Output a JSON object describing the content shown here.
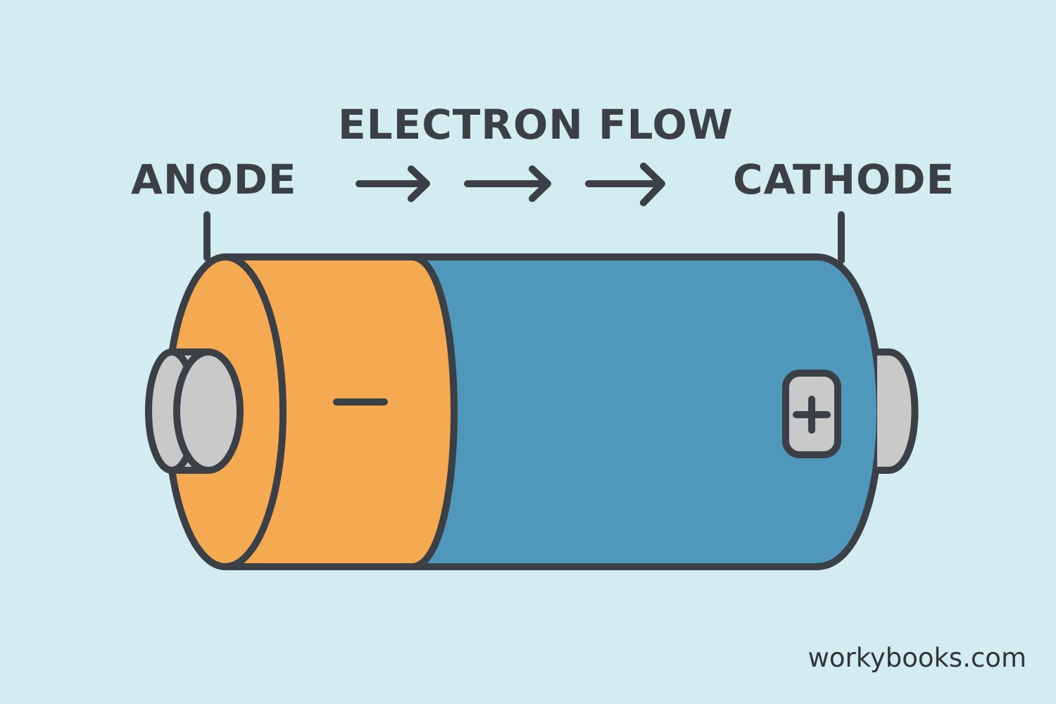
{
  "diagram": {
    "title": "ELECTRON FLOW",
    "anode_label": "ANODE",
    "cathode_label": "CATHODE",
    "negative_sign": "–",
    "positive_sign": "+",
    "flow_direction": "anode-to-cathode",
    "arrow_count": 3
  },
  "watermark": "workybooks.com",
  "colors": {
    "background": "#d3ecf1",
    "outline": "#3a4046",
    "anode_body": "#f5aa52",
    "cathode_body": "#4f97bb",
    "terminal": "#c9c9c9"
  },
  "icons": {
    "flow_arrow": "arrow-right-icon",
    "negative_terminal": "minus-icon",
    "positive_terminal": "plus-icon"
  }
}
